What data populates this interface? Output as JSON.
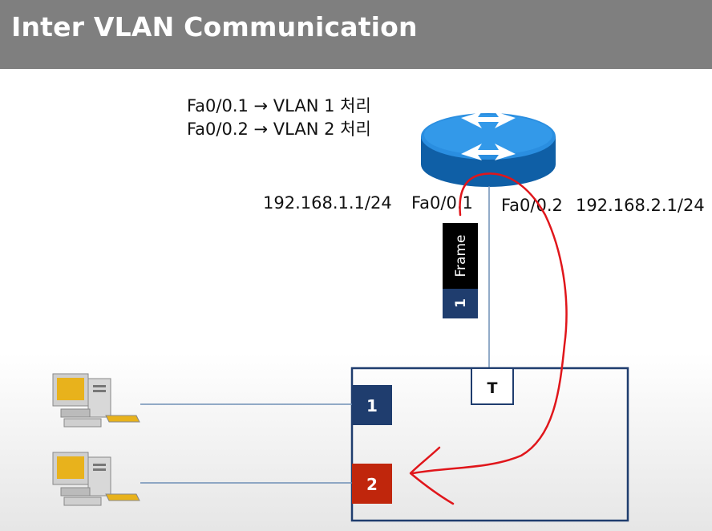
{
  "slide": {
    "title": "Inter VLAN Communication"
  },
  "router": {
    "mapping_lines": [
      "Fa0/0.1 → VLAN 1 처리",
      "Fa0/0.2 → VLAN 2 처리"
    ],
    "left_ip": "192.168.1.1/24",
    "left_interface": "Fa0/0.1",
    "right_interface": "Fa0/0.2",
    "right_ip": "192.168.2.1/24",
    "icon": "router-icon"
  },
  "frame": {
    "label": "Frame",
    "vlan_tag": "1"
  },
  "switch": {
    "trunk_port": "T",
    "ports": [
      {
        "label": "1",
        "color": "#1f3d6e"
      },
      {
        "label": "2",
        "color": "#c0260c"
      }
    ]
  },
  "computers": [
    {
      "icon": "computer-icon"
    },
    {
      "icon": "computer-icon"
    }
  ],
  "colors": {
    "title_bar": "#7f7f7f",
    "router_blue": "#1f7fd0",
    "frame_black": "#000000",
    "vlan1_blue": "#1f3d6e",
    "vlan2_red": "#c0260c",
    "path_red": "#e0161b"
  }
}
